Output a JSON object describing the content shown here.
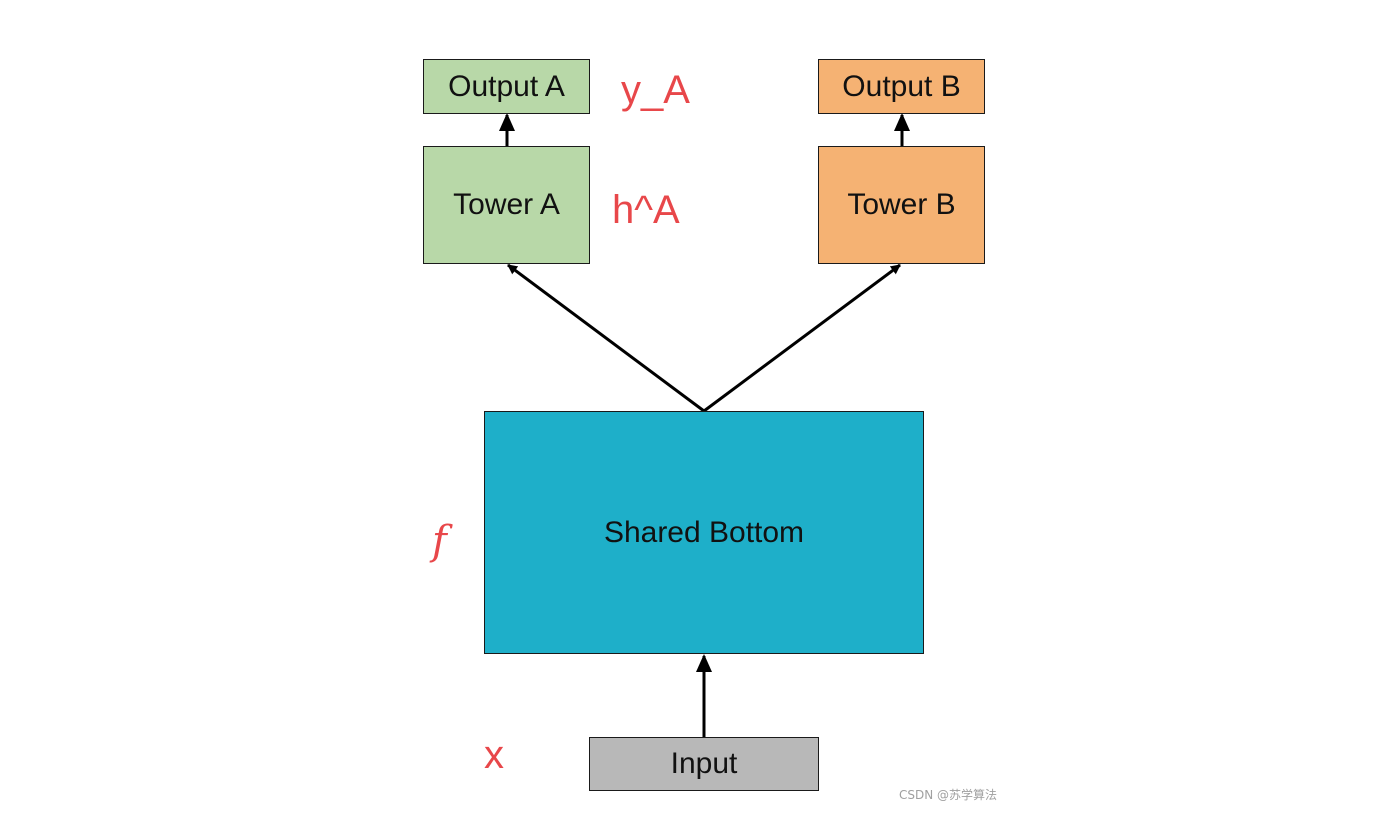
{
  "nodes": {
    "output_a": "Output A",
    "tower_a": "Tower A",
    "output_b": "Output B",
    "tower_b": "Tower B",
    "shared_bottom": "Shared Bottom",
    "input": "Input"
  },
  "annotations": {
    "y_a": "y_A",
    "h_a": "h^A",
    "f": "f",
    "x": "x"
  },
  "watermark": "CSDN @苏学算法",
  "colors": {
    "tower_a_fill": "#b8d8a8",
    "tower_b_fill": "#f5b273",
    "shared_fill": "#1eafc9",
    "input_fill": "#b8b8b8",
    "annotation_color": "#e8474a"
  },
  "edges": [
    {
      "from": "input",
      "to": "shared_bottom"
    },
    {
      "from": "shared_bottom",
      "to": "tower_a"
    },
    {
      "from": "shared_bottom",
      "to": "tower_b"
    },
    {
      "from": "tower_a",
      "to": "output_a"
    },
    {
      "from": "tower_b",
      "to": "output_b"
    }
  ]
}
